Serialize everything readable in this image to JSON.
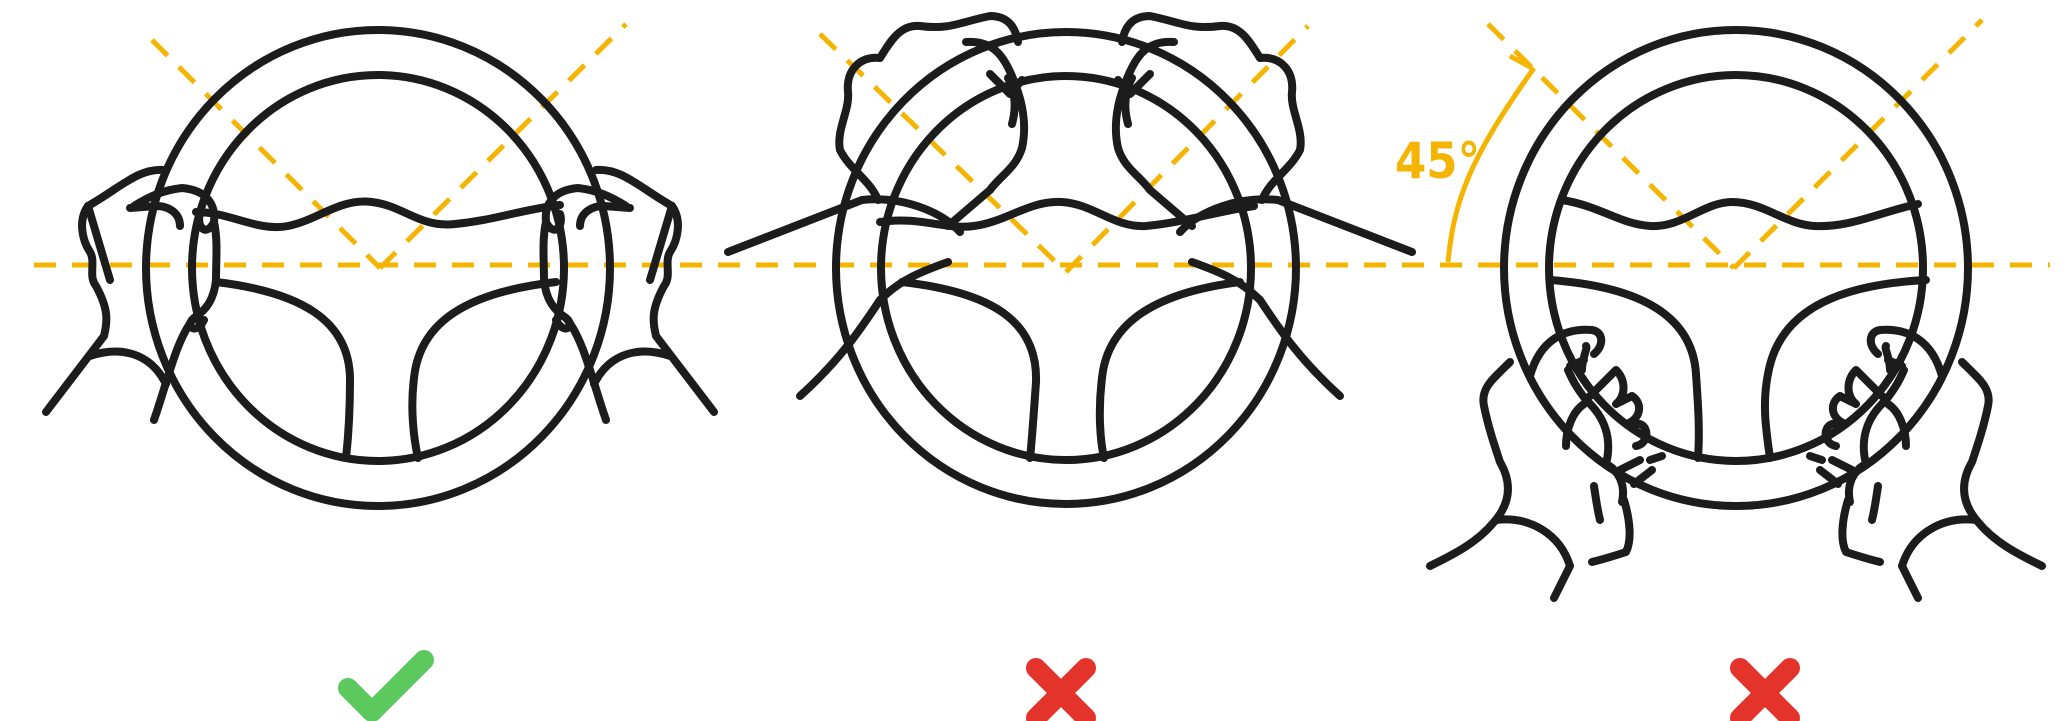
{
  "colors": {
    "ink": "#1c1c1c",
    "guide": "#f4b400",
    "correct": "#5cc95f",
    "incorrect": "#e3332a"
  },
  "panels": [
    {
      "id": "hands-at-nine-and-three",
      "verdict": "correct",
      "icon": "check-icon"
    },
    {
      "id": "hands-crossed-at-top",
      "verdict": "incorrect",
      "icon": "cross-icon"
    },
    {
      "id": "hands-at-bottom",
      "verdict": "incorrect",
      "icon": "cross-icon"
    }
  ],
  "angle_label": "45°"
}
